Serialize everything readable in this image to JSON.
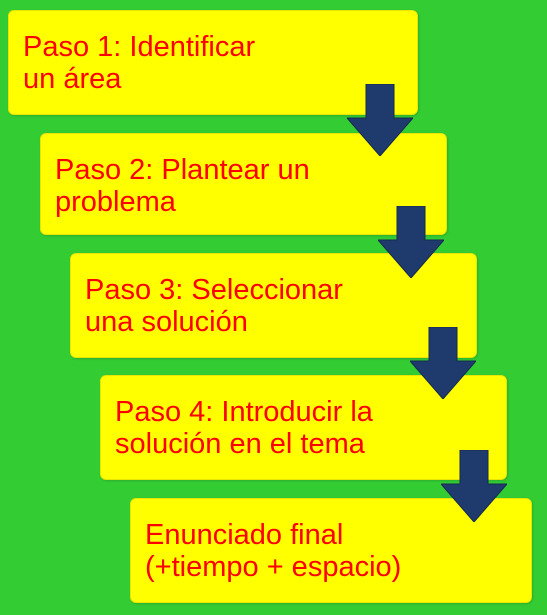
{
  "steps": [
    {
      "line1": "Paso 1: Identificar",
      "line2": "un área"
    },
    {
      "line1": "Paso 2: Plantear un",
      "line2": "problema"
    },
    {
      "line1": "Paso 3: Seleccionar",
      "line2": "una solución"
    },
    {
      "line1": "Paso 4: Introducir la",
      "line2": "solución en el tema"
    },
    {
      "line1": "Enunciado final",
      "line2": "(+tiempo + espacio)"
    }
  ],
  "colors": {
    "background": "#33cc33",
    "box": "#ffff00",
    "text": "#ff0000",
    "arrow": "#1f3b6e"
  }
}
